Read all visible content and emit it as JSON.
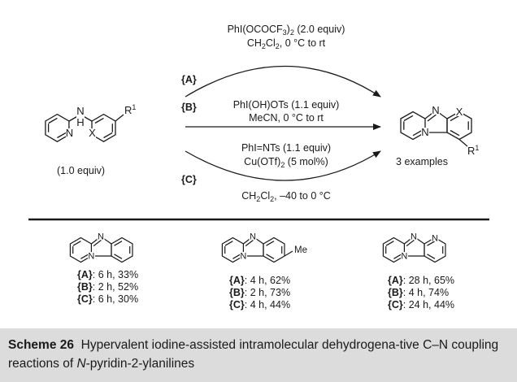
{
  "conditions": {
    "a_reagent": "PhI(OCOCF",
    "a_reagent_sub": "3",
    "a_reagent_tail": ")",
    "a_reagent_sub2": "2",
    "a_reagent_amount": " (2.0 equiv)",
    "a_solvent": "CH",
    "a_solvent_sub": "2",
    "a_solvent_mid": "Cl",
    "a_solvent_sub2": "2",
    "a_solvent_temp": ", 0 °C to rt",
    "b_reagent": "PhI(OH)OTs (1.1 equiv)",
    "b_solvent": "MeCN, 0 °C to rt",
    "c_reagent": "PhI=NTs (1.1 equiv)",
    "c_catalyst": "Cu(OTf)",
    "c_catalyst_sub": "2",
    "c_catalyst_amount": " (5 mol%)",
    "c_solvent": "CH",
    "c_solvent_sub": "2",
    "c_solvent_mid": "Cl",
    "c_solvent_sub2": "2",
    "c_solvent_temp": ", –40 to 0 °C",
    "tag_a": "{A}",
    "tag_b": "{B}",
    "tag_c": "{C}"
  },
  "reactant": {
    "equiv": "(1.0 equiv)",
    "atom_n": "N",
    "atom_h": "H",
    "atom_x": "X",
    "r_label": "R",
    "r_sup": "1"
  },
  "product": {
    "label": "3 examples",
    "atom_n": "N",
    "atom_x": "X",
    "r_label": "R",
    "r_sup": "1"
  },
  "examples": [
    {
      "atoms": {
        "n": "N"
      },
      "lines": [
        {
          "tag": "{A}",
          "text": ": 6 h, 33%"
        },
        {
          "tag": "{B}",
          "text": ": 2 h, 52%"
        },
        {
          "tag": "{C}",
          "text": ": 6 h, 30%"
        }
      ]
    },
    {
      "atoms": {
        "n": "N",
        "me": "Me"
      },
      "lines": [
        {
          "tag": "{A}",
          "text": ": 4 h, 62%"
        },
        {
          "tag": "{B}",
          "text": ": 2 h, 73%"
        },
        {
          "tag": "{C}",
          "text": ": 4 h, 44%"
        }
      ]
    },
    {
      "atoms": {
        "n": "N"
      },
      "lines": [
        {
          "tag": "{A}",
          "text": ": 28 h, 65%"
        },
        {
          "tag": "{B}",
          "text": ": 4 h, 74%"
        },
        {
          "tag": "{C}",
          "text": ": 24 h, 44%"
        }
      ]
    }
  ],
  "caption": {
    "label": "Scheme 26",
    "text_part1": "Hypervalent iodine-assisted intramolecular dehydrogena-tive C–N coupling reactions of ",
    "text_italic": "N",
    "text_part2": "-pyridin-2-ylanilines"
  }
}
